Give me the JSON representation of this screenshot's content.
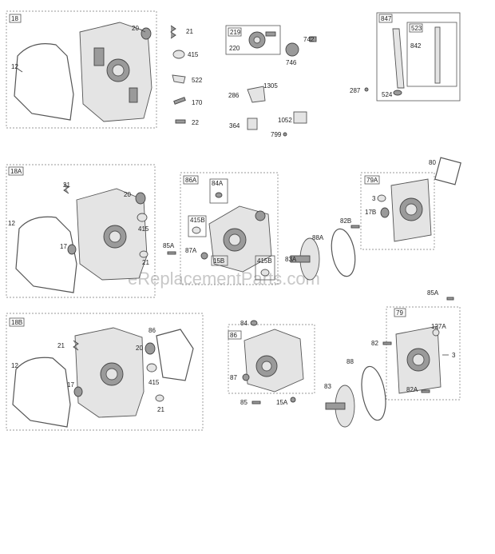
{
  "watermark": "eReplacementParts.com",
  "groups": {
    "g18": "18",
    "g18A": "18A",
    "g18B": "18B",
    "g219": "219",
    "g847": "847",
    "g523": "523",
    "g86A": "86A",
    "g84A": "84A",
    "g415B": "415B",
    "g15B": "15B",
    "g415B2": "415B",
    "g79A": "79A",
    "g86": "86",
    "g79": "79"
  },
  "labels": {
    "s1_12": "12",
    "s1_20": "20",
    "s1_21": "21",
    "s1_415": "415",
    "s1_522": "522",
    "s1_170": "170",
    "s1_22": "22",
    "s1_220": "220",
    "s1_742": "742",
    "s1_746": "746",
    "s1_286": "286",
    "s1_1305": "1305",
    "s1_364": "364",
    "s1_1052": "1052",
    "s1_799": "799",
    "s1_842": "842",
    "s1_287": "287",
    "s1_524": "524",
    "s2_21": "21",
    "s2_20": "20",
    "s2_12": "12",
    "s2_415": "415",
    "s2_17": "17",
    "s2_21b": "21",
    "s2_85A": "85A",
    "s2_87A": "87A",
    "s2_80": "80",
    "s2_3": "3",
    "s2_17B": "17B",
    "s2_82B": "82B",
    "s2_88A": "88A",
    "s2_83A": "83A",
    "s3_85A": "85A",
    "s3_86": "86",
    "s3_21": "21",
    "s3_20": "20",
    "s3_12": "12",
    "s3_17": "17",
    "s3_415": "415",
    "s3_21b": "21",
    "s3_84": "84",
    "s3_87": "87",
    "s3_85": "85",
    "s3_15A": "15A",
    "s3_82": "82",
    "s3_127A": "127A",
    "s3_3": "3",
    "s3_88": "88",
    "s3_83": "83",
    "s3_82A": "82A"
  }
}
